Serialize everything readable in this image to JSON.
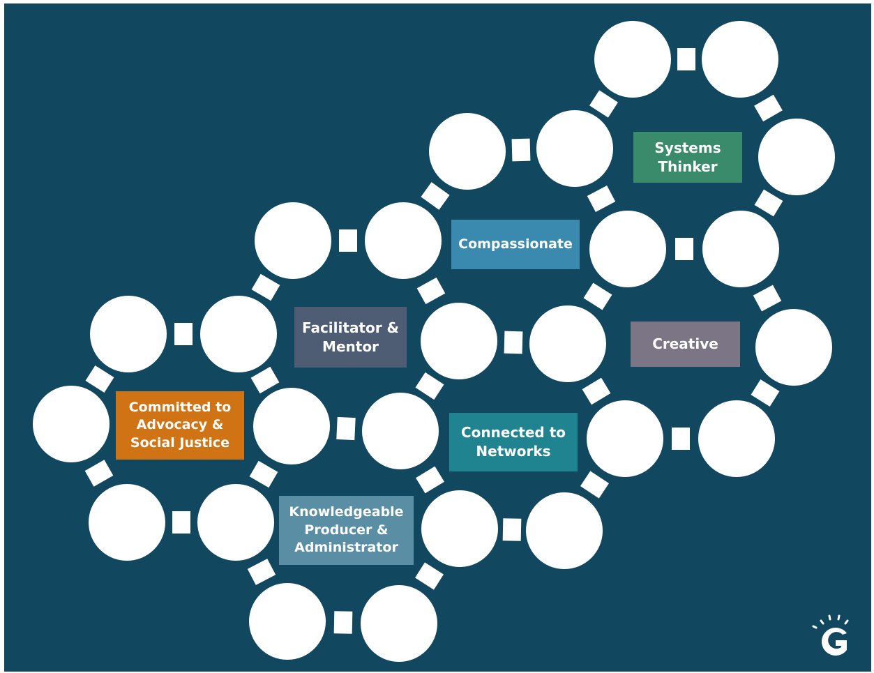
{
  "colors": {
    "background": "#12485f",
    "node": "#ffffff",
    "connector": "#ffffff"
  },
  "labels": {
    "systems_thinker": {
      "text": "Systems\nThinker",
      "color": "#3a8b6c"
    },
    "compassionate": {
      "text": "Compassionate",
      "color": "#3a8ab0"
    },
    "facilitator_mentor": {
      "text": "Facilitator &\nMentor",
      "color": "#4f5d74"
    },
    "creative": {
      "text": "Creative",
      "color": "#7b7585"
    },
    "advocacy_justice": {
      "text": "Committed to\nAdvocacy &\nSocial Justice",
      "color": "#d07314"
    },
    "connected_networks": {
      "text": "Connected to\nNetworks",
      "color": "#1f8390"
    },
    "knowledge_producer": {
      "text": "Knowledgeable\nProducer &\nAdministrator",
      "color": "#5a8ea5"
    }
  },
  "logo": {
    "icon": "g-lightbulb-logo-icon",
    "letter": "G"
  }
}
